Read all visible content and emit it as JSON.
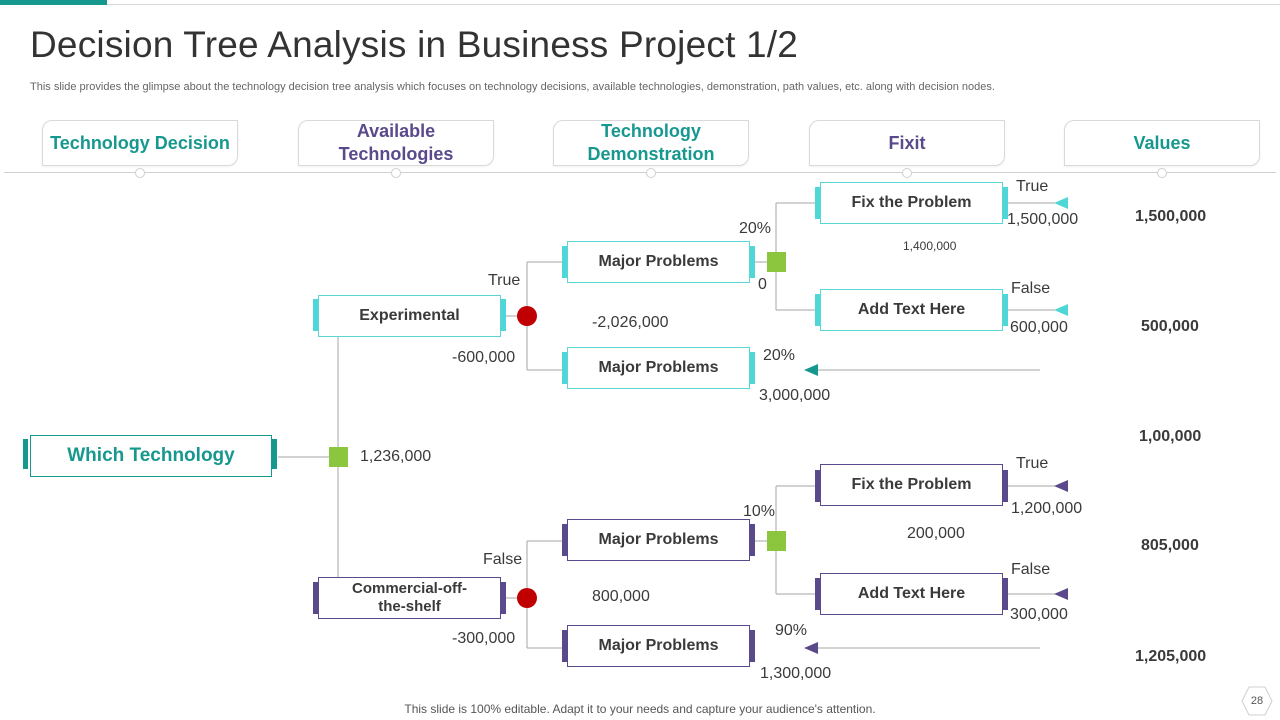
{
  "title": "Decision Tree Analysis in Business Project 1/2",
  "subtitle": "This slide provides the glimpse about the technology decision tree analysis which focuses on technology decisions, available technologies, demonstration, path values, etc. along with decision nodes.",
  "headers": [
    {
      "label": "Technology Decision",
      "color": "#17988f"
    },
    {
      "label": "Available Technologies",
      "color": "#5b4a8b"
    },
    {
      "label": "Technology Demonstration",
      "color": "#17988f"
    },
    {
      "label": "Fixit",
      "color": "#5b4a8b"
    },
    {
      "label": "Values",
      "color": "#17988f"
    }
  ],
  "root": {
    "label": "Which Technology",
    "value": "1,236,000"
  },
  "branches": {
    "experimental": {
      "label": "Experimental",
      "top_label": "True",
      "bottom_value": "-600,000",
      "node_value": "-2,026,000",
      "upper": {
        "label": "Major Problems",
        "pct": "20%",
        "pct2": "0",
        "mid_value": "1,400,000"
      },
      "fix": {
        "label": "Fix the Problem",
        "outcome": "True",
        "value": "1,500,000"
      },
      "add": {
        "label": "Add Text Here",
        "outcome": "False",
        "value": "600,000"
      },
      "lower": {
        "label": "Major Problems",
        "pct": "20%",
        "value": "3,000,000"
      }
    },
    "commercial": {
      "label": "Commercial-off-the-shelf",
      "top_label": "False",
      "bottom_value": "-300,000",
      "node_value": "800,000",
      "upper": {
        "label": "Major Problems",
        "pct": "10%",
        "mid_value": "200,000"
      },
      "fix": {
        "label": "Fix the Problem",
        "outcome": "True",
        "value": "1,200,000"
      },
      "add": {
        "label": "Add Text Here",
        "outcome": "False",
        "value": "300,000"
      },
      "lower": {
        "label": "Major Problems",
        "pct": "90%",
        "value": "1,300,000"
      }
    }
  },
  "values_column": [
    "1,500,000",
    "500,000",
    "1,00,000",
    "805,000",
    "1,205,000"
  ],
  "footer": "This slide is 100% editable. Adapt it to your needs and capture your audience's attention.",
  "page_number": "28",
  "colors": {
    "teal": "#17988f",
    "cyan": "#4fd6d6",
    "purple": "#5b4a8b",
    "green": "#8cc63f",
    "red": "#c00000"
  }
}
